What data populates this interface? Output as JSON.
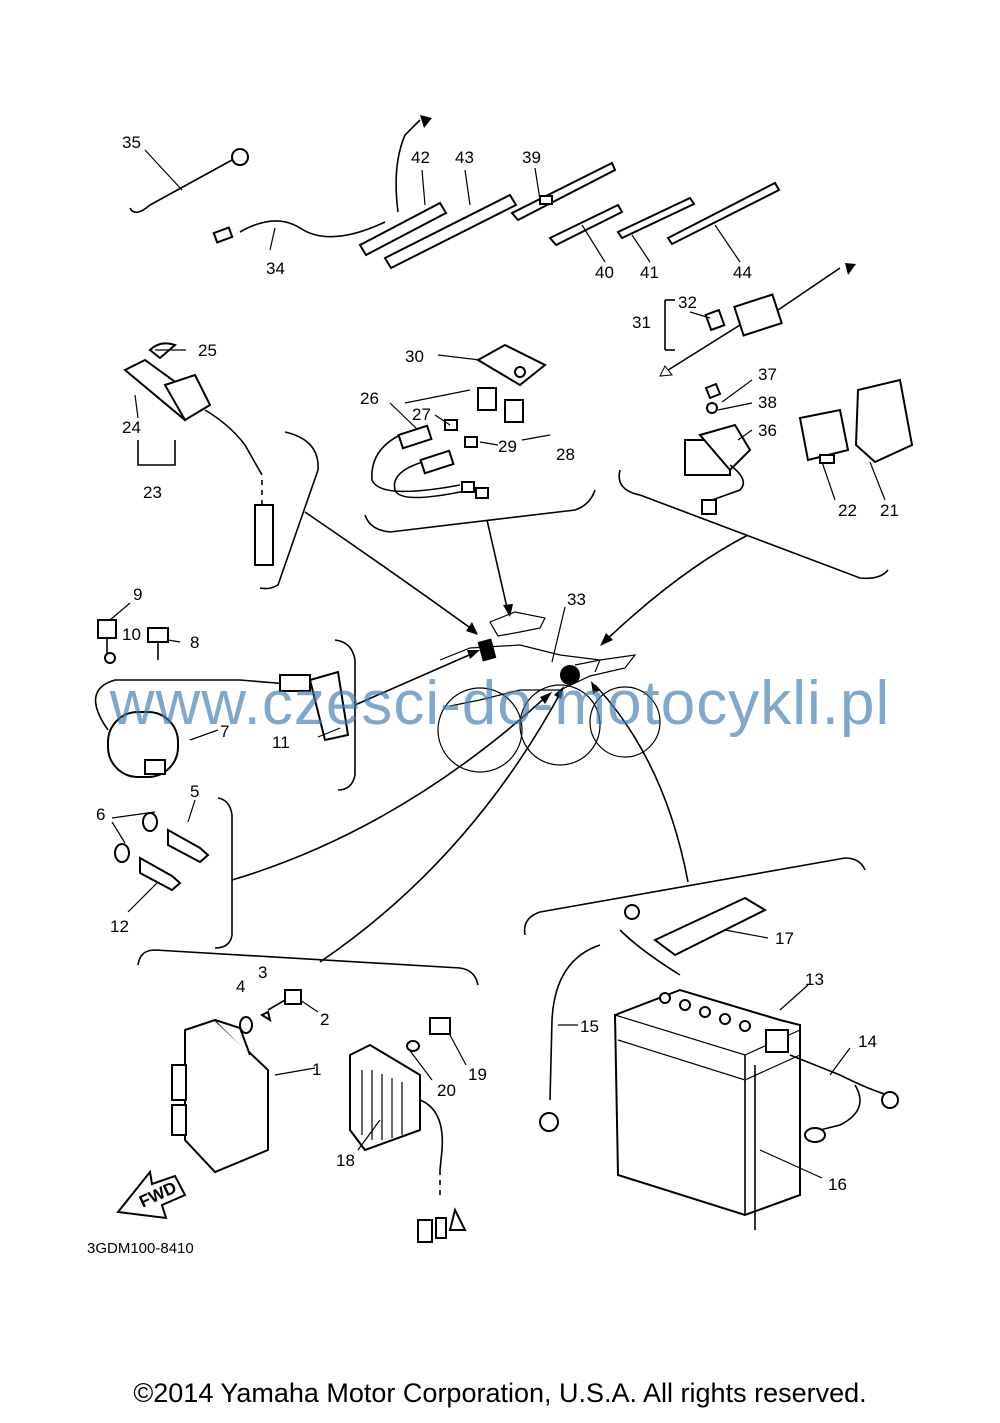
{
  "callouts": [
    "1",
    "2",
    "3",
    "4",
    "5",
    "6",
    "7",
    "8",
    "9",
    "10",
    "11",
    "12",
    "13",
    "14",
    "15",
    "16",
    "17",
    "18",
    "19",
    "20",
    "21",
    "22",
    "23",
    "24",
    "25",
    "26",
    "27",
    "28",
    "29",
    "30",
    "31",
    "32",
    "33",
    "34",
    "35",
    "36",
    "37",
    "38",
    "39",
    "40",
    "41",
    "42",
    "43",
    "44"
  ],
  "fwd_label": "FWD",
  "drawing_code": "3GDM100-8410",
  "watermark": "www.czesci-do-motocykli.pl",
  "copyright": "©2014 Yamaha Motor Corporation, U.S.A. All rights reserved.",
  "colors": {
    "ink": "#000000",
    "watermark": "#3b7ab2",
    "background": "#ffffff"
  }
}
